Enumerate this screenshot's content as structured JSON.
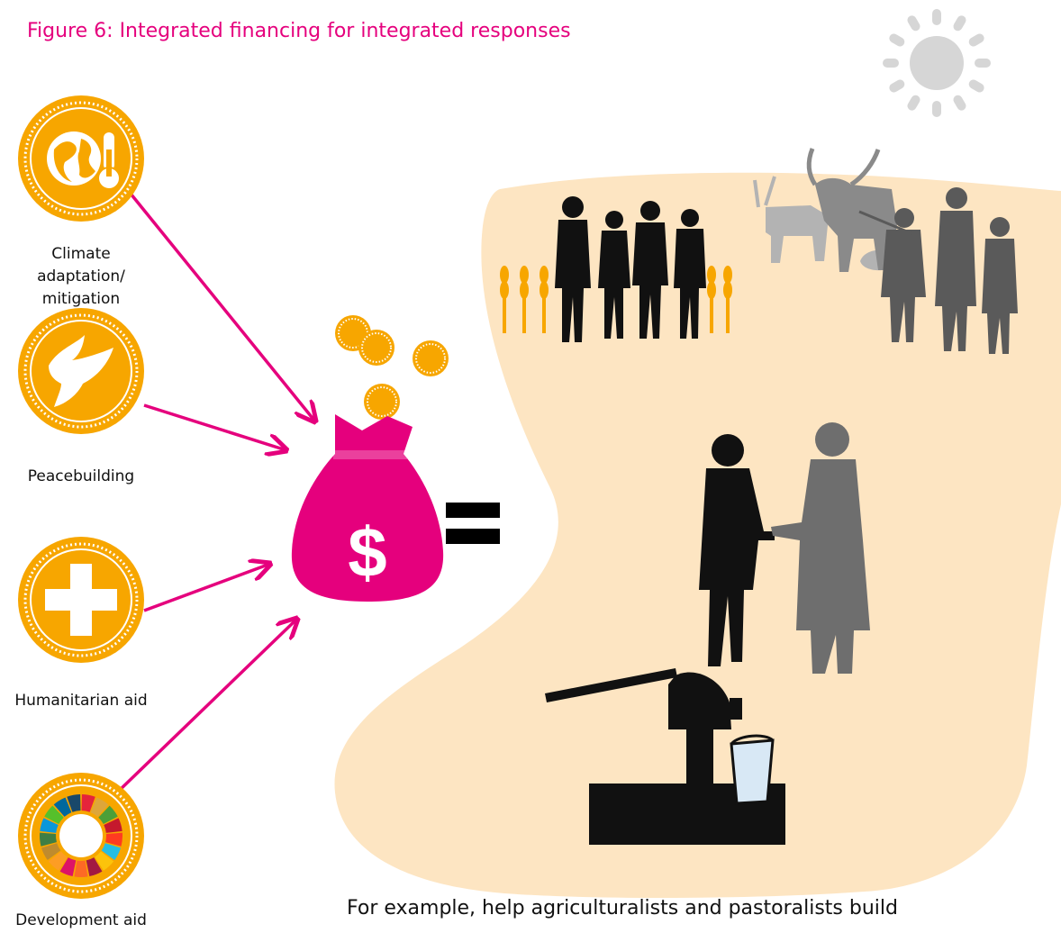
{
  "title": "Figure 6: Integrated financing for integrated responses",
  "funding_sources": [
    {
      "label": "Climate adaptation/ mitigation",
      "icon": "globe-thermometer-icon"
    },
    {
      "label": "Peacebuilding",
      "icon": "dove-icon"
    },
    {
      "label": "Humanitarian aid",
      "icon": "cross-icon"
    },
    {
      "label": "Development aid",
      "icon": "sdg-wheel-icon"
    }
  ],
  "money_bag_symbol": "$",
  "caption": "For example, help agriculturalists and pastoralists build",
  "colors": {
    "accent": "#e5007d",
    "coin": "#f7a600",
    "land": "#fde5c2",
    "silhouette_dark": "#111111",
    "silhouette_grey": "#5a5a5a",
    "silhouette_light": "#b3b3b3",
    "sun": "#d6d6d6"
  }
}
